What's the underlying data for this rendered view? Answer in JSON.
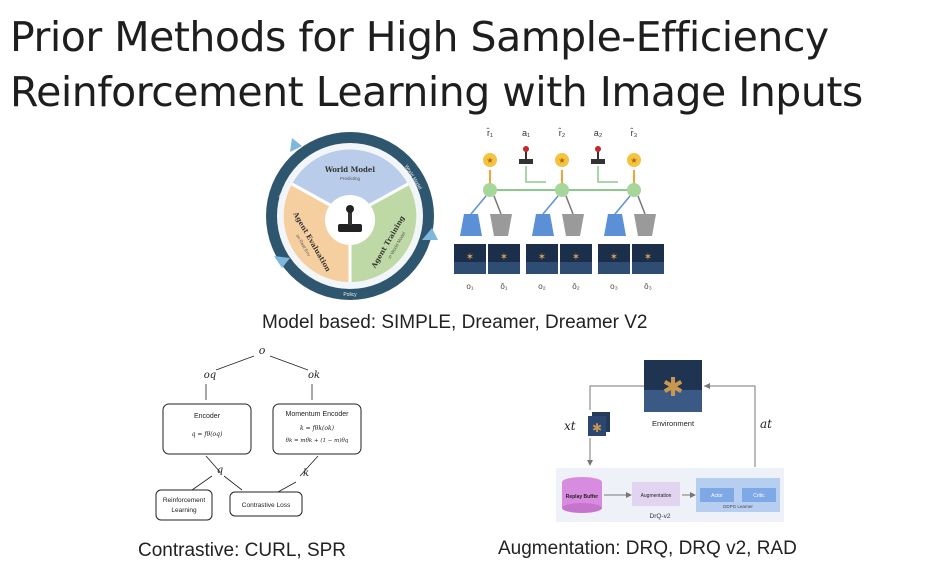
{
  "slide": {
    "title_line1": "Prior Methods for High Sample-Efficiency",
    "title_line2": "Reinforcement Learning with Image Inputs"
  },
  "model_based": {
    "caption": "Model based: SIMPLE, Dreamer, Dreamer V2",
    "cycle": {
      "world_model": "World Model",
      "world_model_sub": "Predicting",
      "agent_training": "Agent Training",
      "agent_training_sub": "in World Model",
      "agent_evaluation": "Agent Evaluation",
      "agent_evaluation_sub": "on Real Env",
      "ring_observations": "Observations",
      "ring_world_model": "World Model",
      "ring_policy": "Policy"
    },
    "dreamer": {
      "rewards": [
        "r̂₁",
        "r̂₂",
        "r̂₃"
      ],
      "actions": [
        "a₁",
        "a₂"
      ],
      "observations": [
        "o₁",
        "ô₁",
        "o₂",
        "ô₂",
        "o₃",
        "ô₃"
      ]
    }
  },
  "contrastive": {
    "caption": "Contrastive: CURL, SPR",
    "o": "o",
    "oq": "oq",
    "ok": "ok",
    "encoder": "Encoder",
    "encoder_eq": "q = fθ(oq)",
    "momentum_encoder": "Momentum Encoder",
    "momentum_eq1": "k = fθk(ok)",
    "momentum_eq2": "θk = mθk + (1 − m)θq",
    "q": "q",
    "k": "k",
    "rl_line1": "Reinforcement",
    "rl_line2": "Learning",
    "contrastive_loss": "Contrastive Loss"
  },
  "augmentation": {
    "caption": "Augmentation: DRQ, DRQ v2, RAD",
    "environment": "Environment",
    "xt": "xt",
    "at": "at",
    "replay_buffer": "Replay Buffer",
    "augmentation_label": "Augmentation",
    "actor": "Actor",
    "critic": "Critic",
    "ddpg": "DDPG Learner",
    "drq": "DrQ-v2"
  }
}
